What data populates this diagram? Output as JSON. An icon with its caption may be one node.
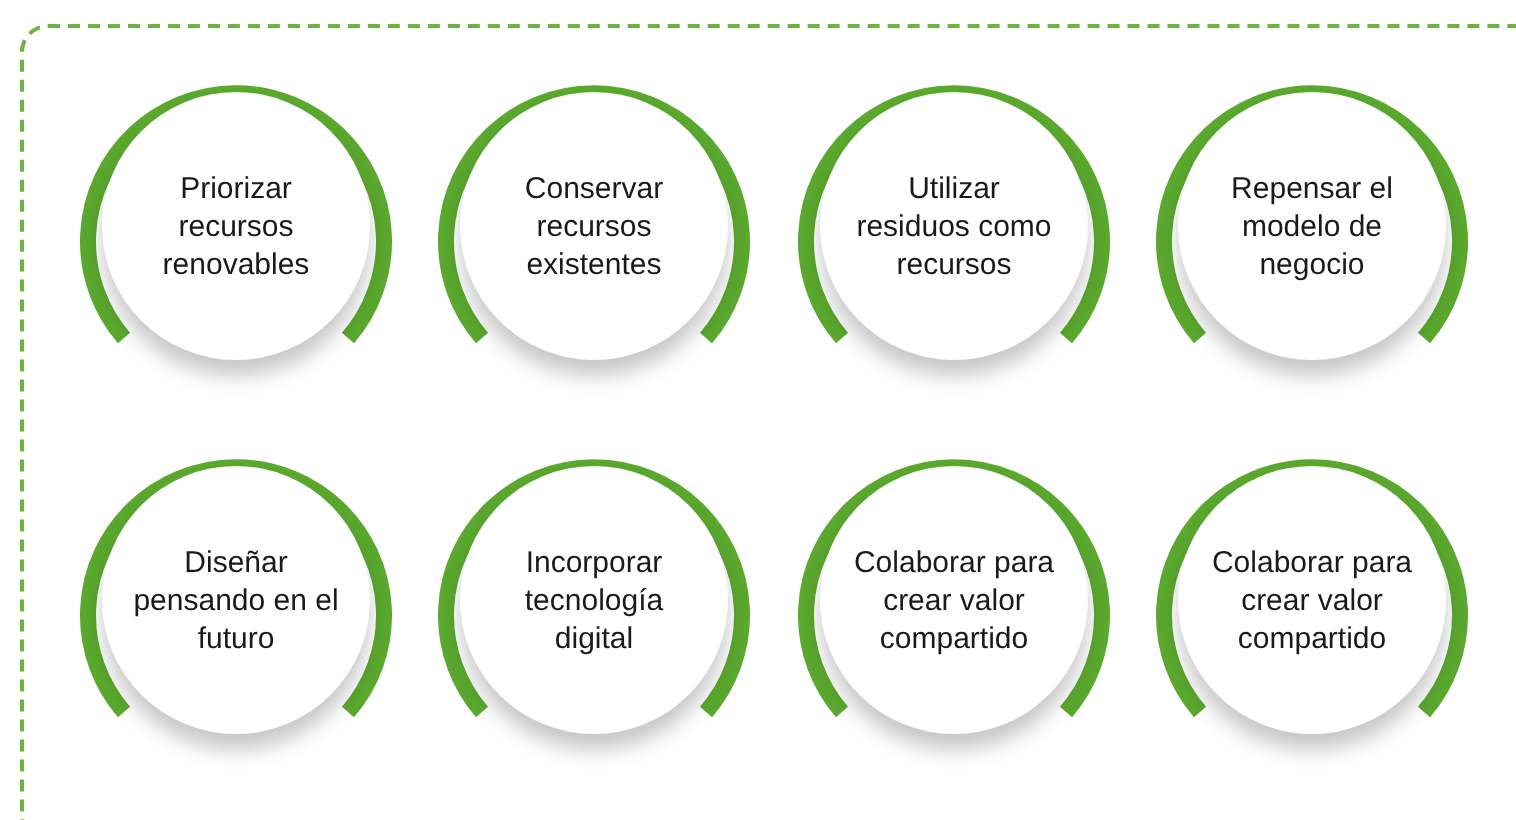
{
  "diagram": {
    "nodes": [
      {
        "text": [
          "Priorizar recursos renovables"
        ]
      },
      {
        "text": [
          "Conservar recursos existentes"
        ]
      },
      {
        "text": [
          "Utilizar residuos como recursos"
        ]
      },
      {
        "text": [
          "Repensar el modelo de negocio"
        ]
      },
      {
        "text": [
          "Diseñar pensando en el futuro"
        ]
      },
      {
        "text": [
          "Incorporar tecnología digital"
        ]
      },
      {
        "text": [
          "Colaborar para crear valor compartido"
        ]
      },
      {
        "text": [
          "Colaborar para crear valor compartido"
        ]
      }
    ]
  }
}
